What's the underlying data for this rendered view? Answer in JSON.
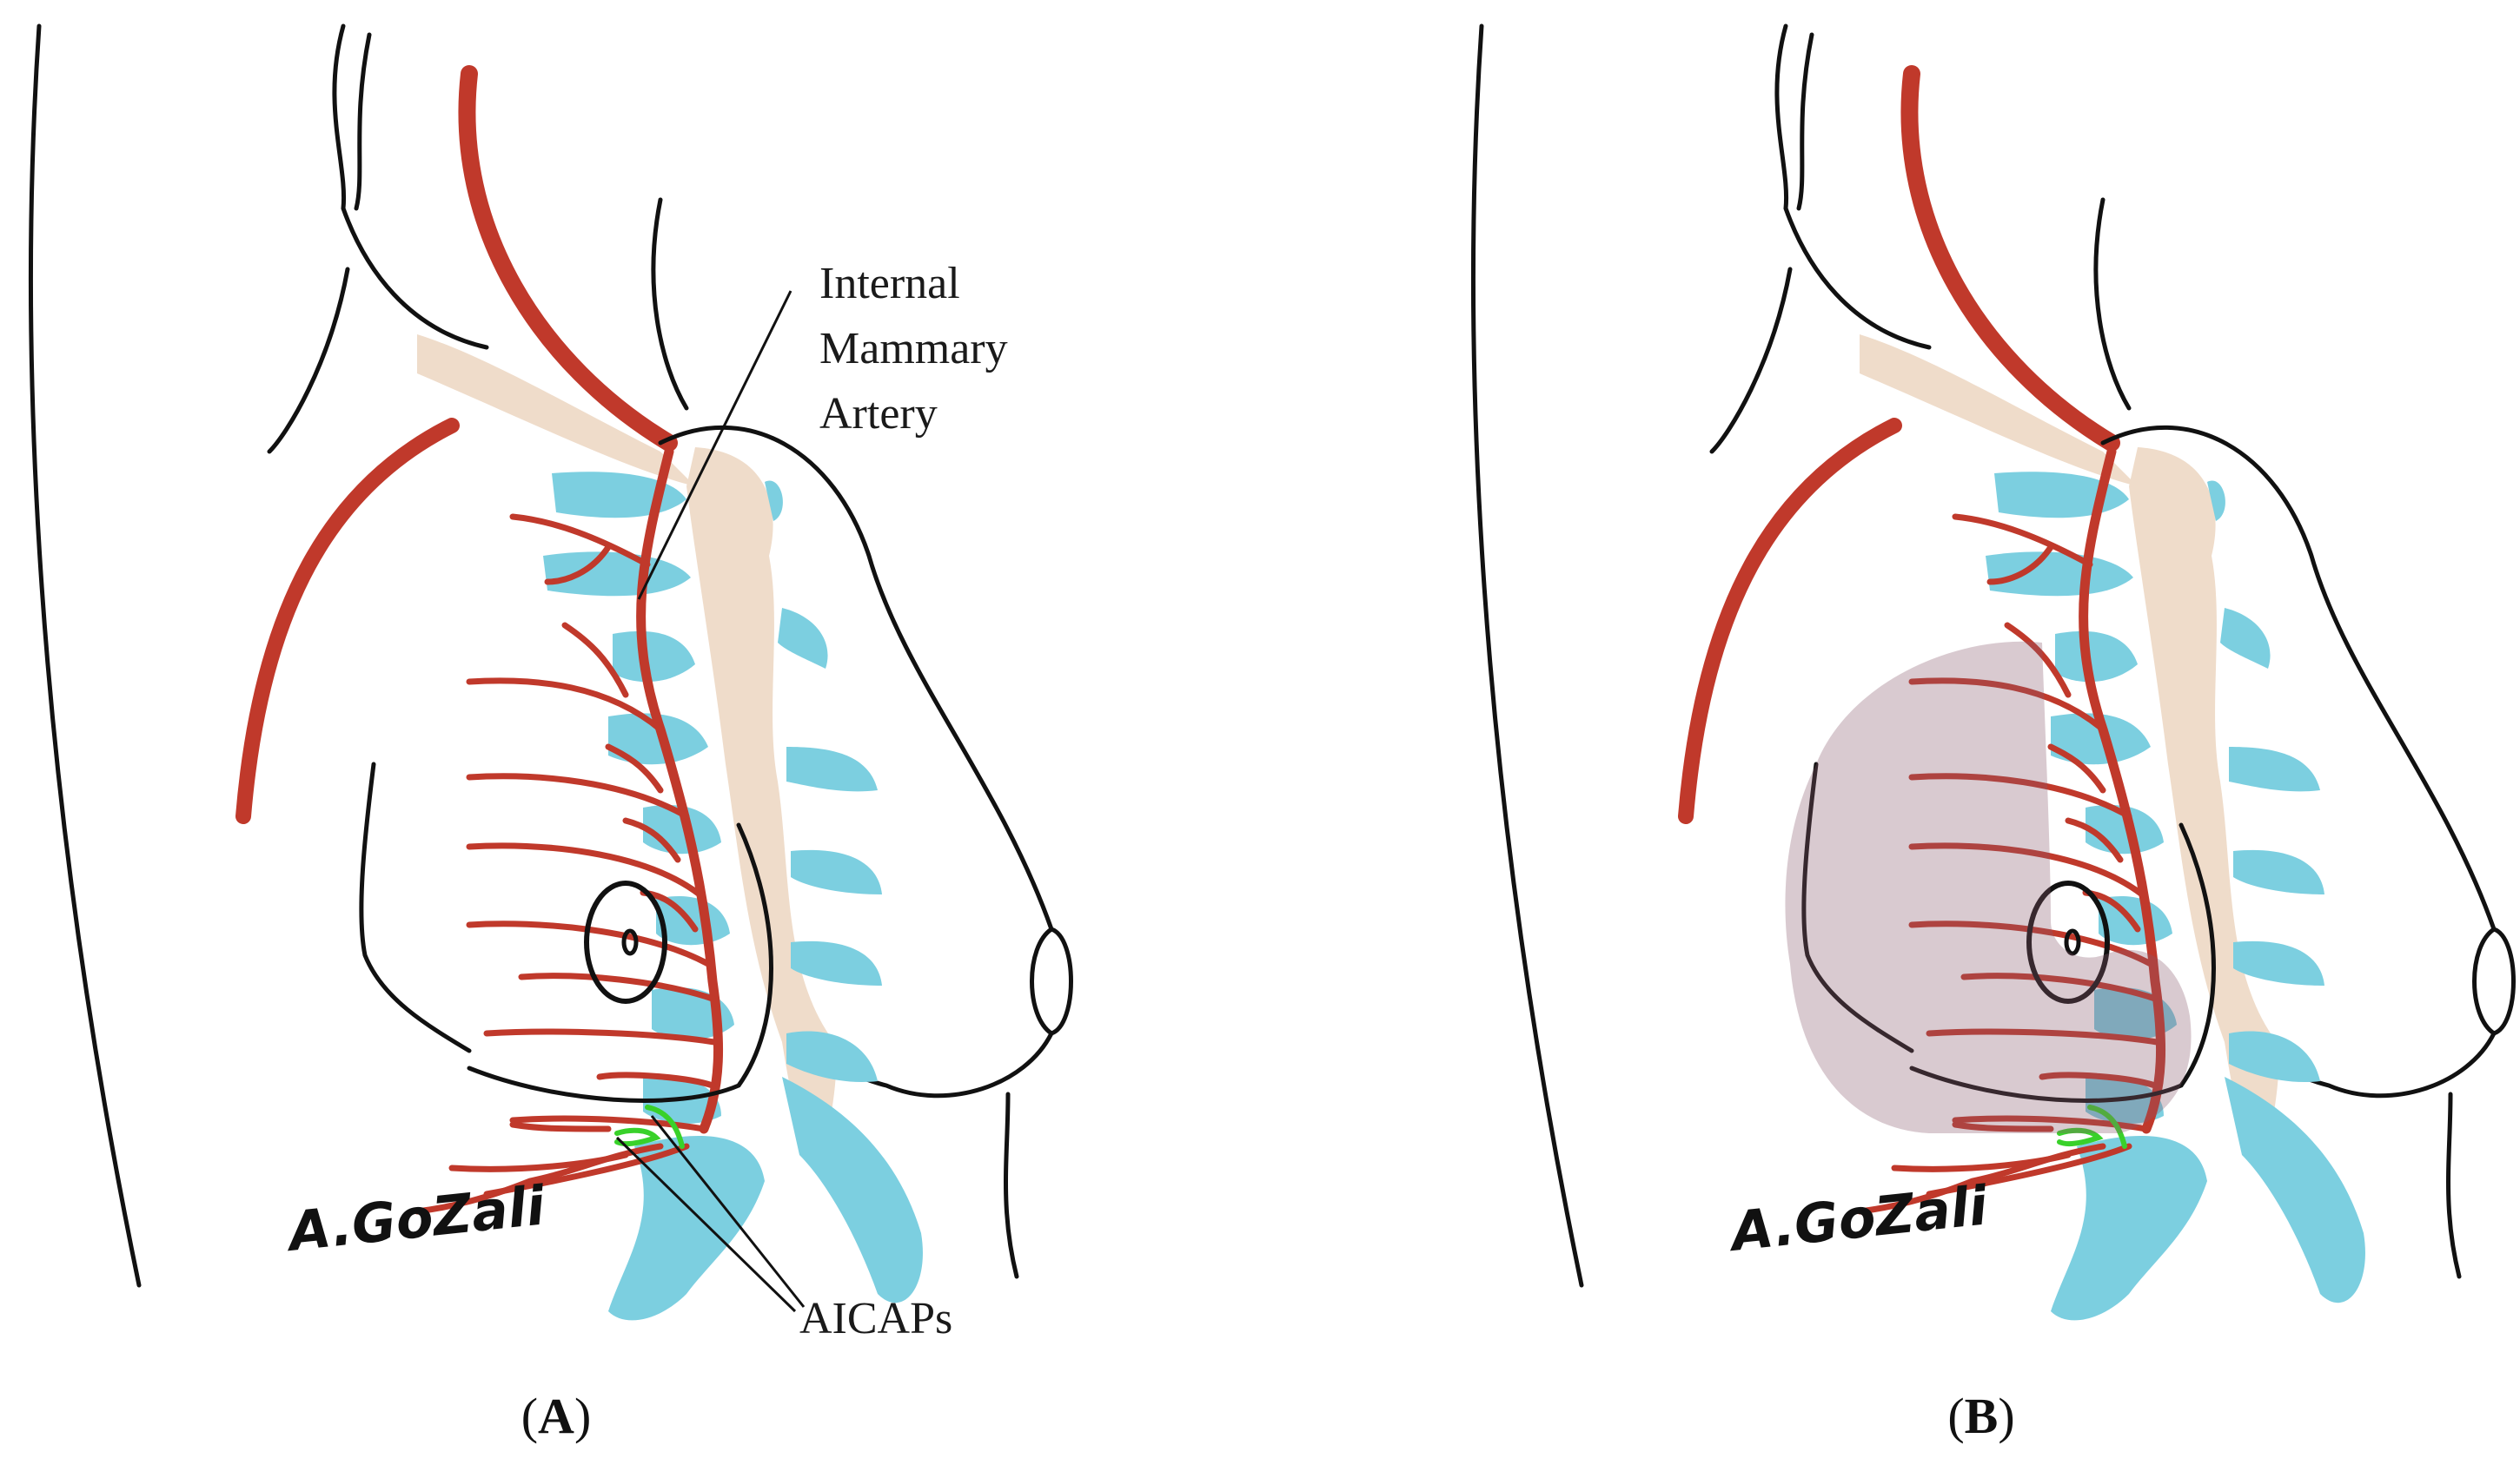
{
  "colors": {
    "artery": "#c0392b",
    "rib": "#7ccfe0",
    "sternum": "#efdcca",
    "outline": "#111111",
    "perforator": "#39d12a",
    "flap_overlay": "#8a5a6e"
  },
  "panels": [
    {
      "id": "A",
      "label_open": "(",
      "label_letter": "A",
      "label_close": ")",
      "signature": "A.GoZali",
      "annotations": {
        "ima_line1": "Internal",
        "ima_line2": "Mammary",
        "ima_line3": "Artery",
        "aicaps": "AICAPs"
      }
    },
    {
      "id": "B",
      "label_open": "(",
      "label_letter": "B",
      "label_close": ")",
      "signature": "A.GoZali"
    }
  ]
}
